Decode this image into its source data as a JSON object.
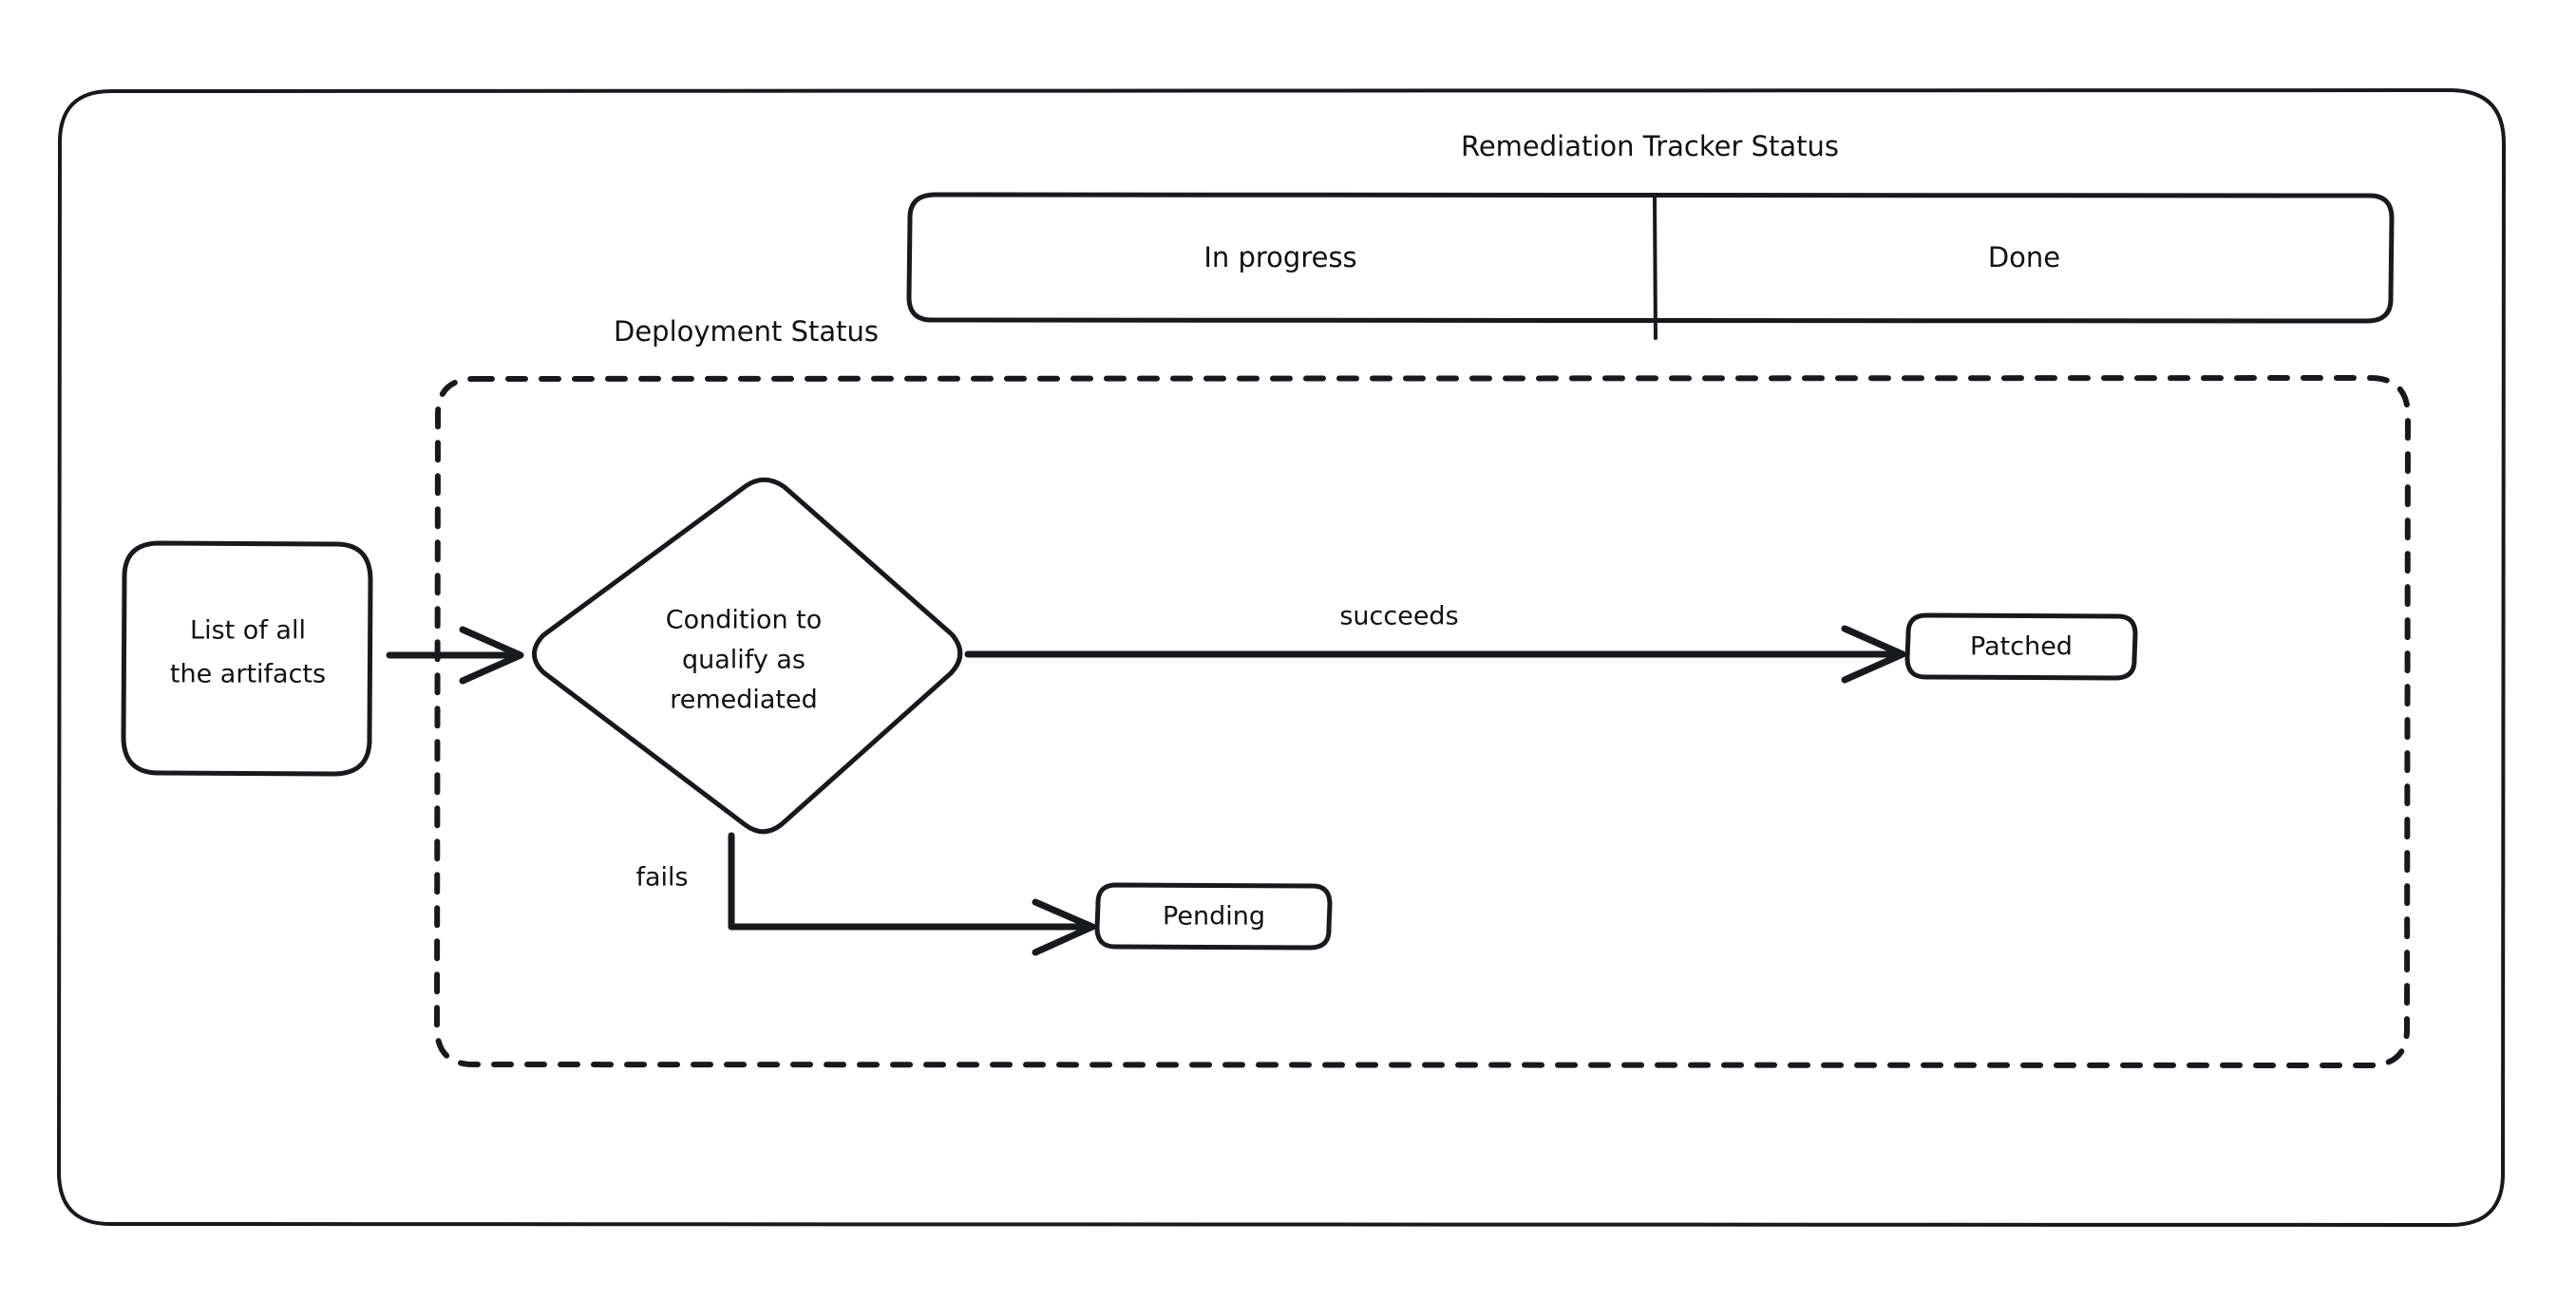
{
  "diagram": {
    "title": "Remediation Tracker Status",
    "type": "flowchart",
    "background_color": "#ffffff",
    "stroke_color": "#17191c",
    "text_color": "#0f1114",
    "style": "hand-drawn"
  },
  "swimlane": {
    "label": "Remediation Tracker Status",
    "lanes": [
      {
        "label": "In progress"
      },
      {
        "label": "Done"
      }
    ]
  },
  "group": {
    "label": "Deployment Status",
    "border_style": "dashed"
  },
  "nodes": [
    {
      "id": "artifacts",
      "label_line1": "List of all",
      "label_line2": "the artifacts",
      "shape": "rounded-rect"
    },
    {
      "id": "condition",
      "label_line1": "Condition to",
      "label_line2": "qualify as",
      "label_line3": "remediated",
      "shape": "diamond"
    },
    {
      "id": "patched",
      "label": "Patched",
      "shape": "rounded-rect"
    },
    {
      "id": "pending",
      "label": "Pending",
      "shape": "rounded-rect"
    }
  ],
  "edges": [
    {
      "id": "e1",
      "from": "artifacts",
      "to": "condition",
      "label": ""
    },
    {
      "id": "e2",
      "from": "condition",
      "to": "patched",
      "label": "succeeds"
    },
    {
      "id": "e3",
      "from": "condition",
      "to": "pending",
      "label": "fails"
    }
  ]
}
